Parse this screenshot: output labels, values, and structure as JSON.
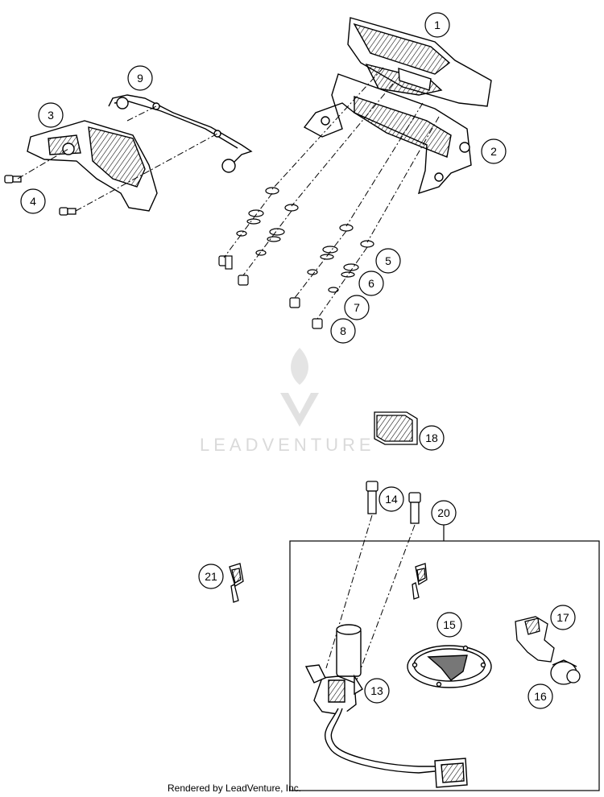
{
  "watermark": {
    "brand": "LEADVENTURE"
  },
  "footer": {
    "credit": "Rendered by LeadVenture, Inc."
  },
  "callouts": {
    "c1": "1",
    "c2": "2",
    "c3": "3",
    "c4": "4",
    "c5": "5",
    "c6": "6",
    "c7": "7",
    "c8": "8",
    "c9": "9",
    "c13": "13",
    "c14": "14",
    "c15": "15",
    "c16": "16",
    "c17": "17",
    "c18": "18",
    "c20": "20",
    "c21": "21"
  }
}
